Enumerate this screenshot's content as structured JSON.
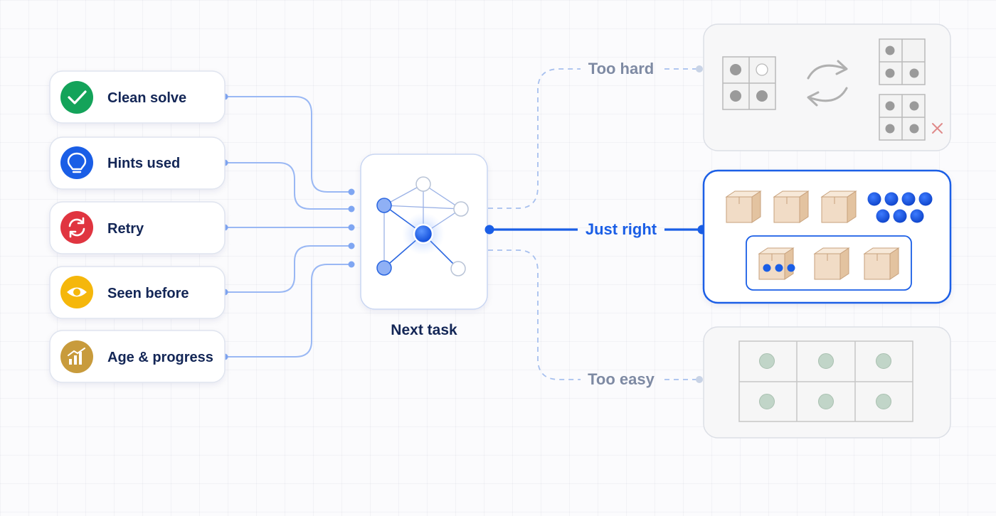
{
  "signals": [
    {
      "label": "Clean solve",
      "icon": "check-icon",
      "color": "#14a35a"
    },
    {
      "label": "Hints used",
      "icon": "lightbulb-icon",
      "color": "#1a5ee6"
    },
    {
      "label": "Retry",
      "icon": "retry-icon",
      "color": "#e03540"
    },
    {
      "label": "Seen before",
      "icon": "eye-icon",
      "color": "#f5b70b"
    },
    {
      "label": "Age & progress",
      "icon": "chart-icon",
      "color": "#c89b3c"
    }
  ],
  "center": {
    "label": "Next task",
    "icon": "network-icon"
  },
  "branches": {
    "too_hard": {
      "label": "Too hard"
    },
    "just_right": {
      "label": "Just right"
    },
    "too_easy": {
      "label": "Too easy"
    }
  },
  "colors": {
    "accent": "#1a5ee6",
    "muted": "#8d9ab3",
    "ink": "#132656",
    "box": "#f1dfca",
    "dot_green": "#c1d5c8",
    "dot_gray": "#9a9a9a"
  }
}
